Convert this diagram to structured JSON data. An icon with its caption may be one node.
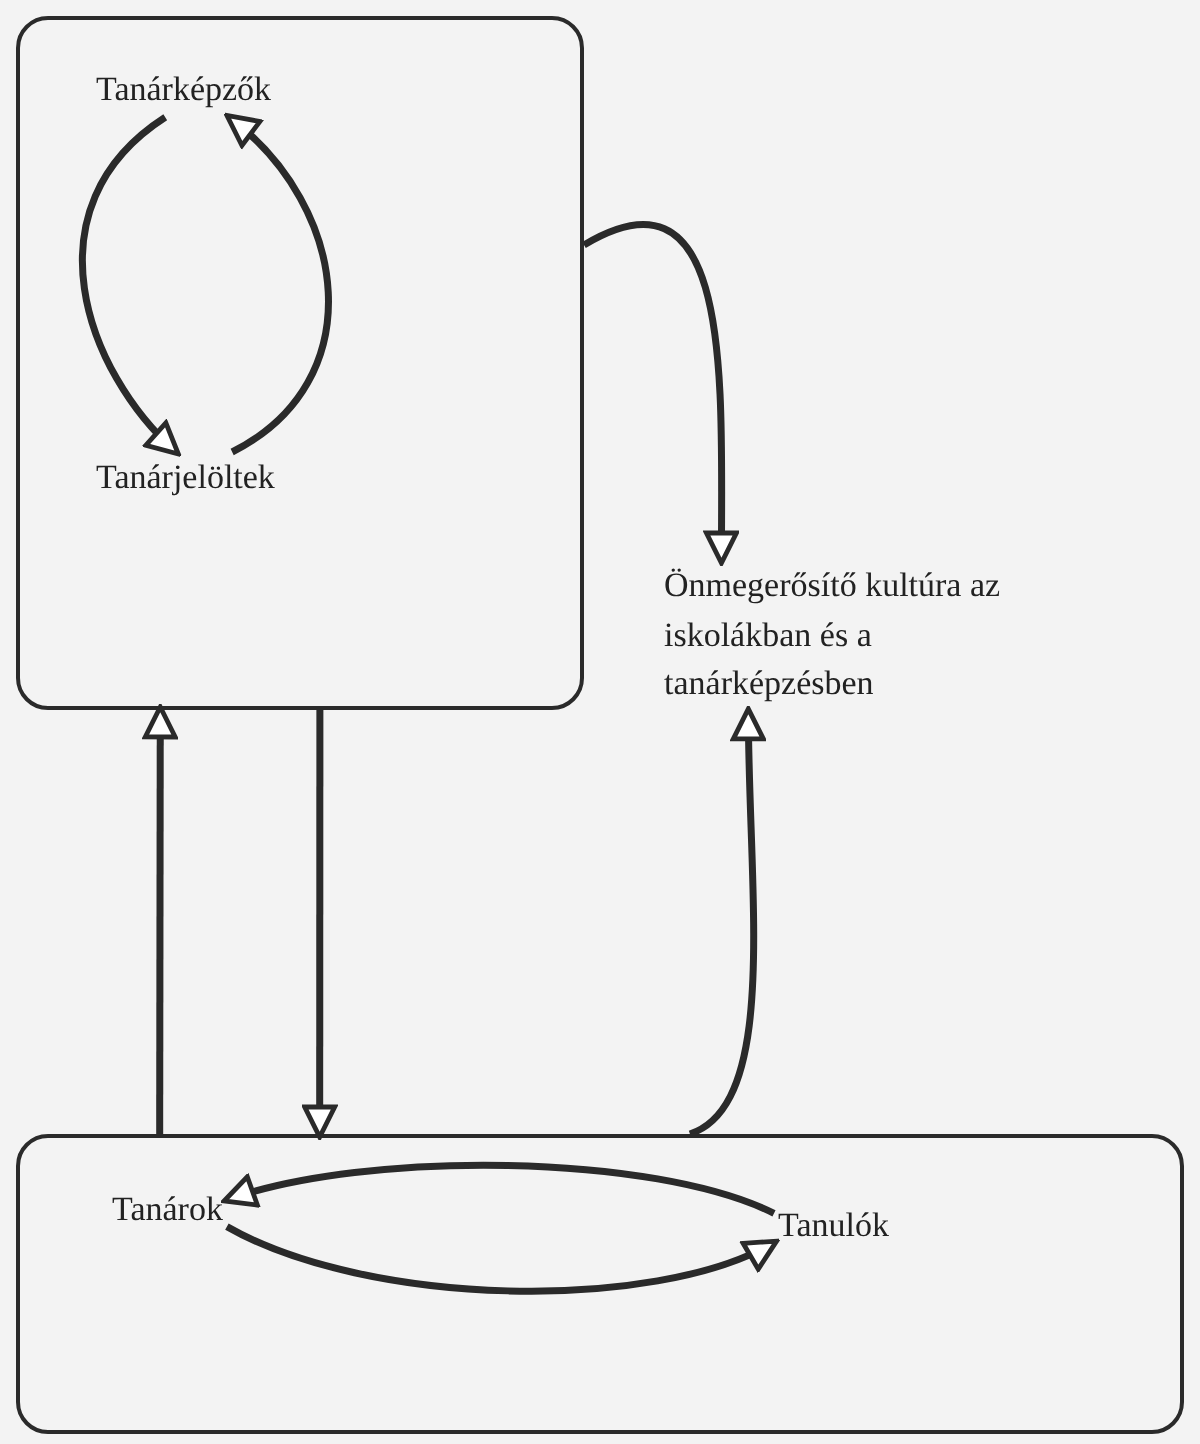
{
  "diagram": {
    "nodes": [
      {
        "text": [],
        "shape": "box"
      },
      {
        "text": [
          "Tanárképzők"
        ],
        "in": 0
      },
      {
        "text": [
          "Tanárjelöltek"
        ],
        "in": 0
      },
      {
        "text": [],
        "shape": "box"
      },
      {
        "text": [
          "Tanárok"
        ],
        "in": 3
      },
      {
        "text": [
          "Tanulók"
        ],
        "in": 3
      },
      {
        "text": [
          "Önmegerősítő kultúra az iskolákban és a tanárképzésben"
        ]
      }
    ],
    "edges": [
      {
        "from": 1,
        "to": 2,
        "arrow": "to"
      },
      {
        "from": 2,
        "to": 1,
        "arrow": "to"
      },
      {
        "from": 3,
        "to": 0,
        "arrow": "to"
      },
      {
        "from": 0,
        "to": 3,
        "arrow": "to"
      },
      {
        "from": 0,
        "to": 6,
        "arrow": "to"
      },
      {
        "from": 3,
        "to": 6,
        "arrow": "to"
      },
      {
        "from": 5,
        "to": 4,
        "arrow": "to"
      },
      {
        "from": 4,
        "to": 5,
        "arrow": "to"
      }
    ]
  }
}
